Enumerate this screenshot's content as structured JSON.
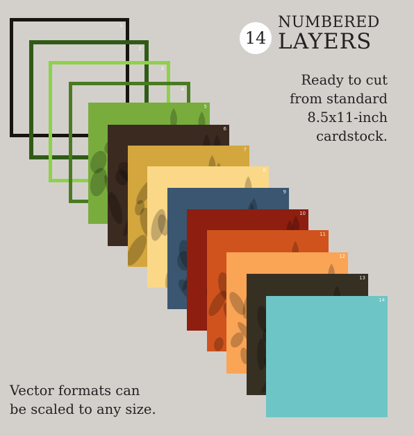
{
  "badge": {
    "number": "14"
  },
  "heading": {
    "line1": "NUMBERED",
    "line2": "LAYERS"
  },
  "description": [
    "Ready to cut",
    "from standard",
    "8.5x11-inch",
    "cardstock."
  ],
  "footnote": [
    "Vector formats can",
    "be scaled to any size."
  ],
  "layers": [
    {
      "color": "#171412",
      "kind": "frame",
      "number": "1"
    },
    {
      "color": "#2f5b16",
      "kind": "frame",
      "number": "2"
    },
    {
      "color": "#8ed14a",
      "kind": "frame",
      "number": "3"
    },
    {
      "color": "#4a7a22",
      "kind": "frame",
      "number": "4"
    },
    {
      "color": "#78ad3e",
      "kind": "solid",
      "number": "5"
    },
    {
      "color": "#3b2a20",
      "kind": "solid",
      "number": "6"
    },
    {
      "color": "#d3a63e",
      "kind": "solid",
      "number": "7"
    },
    {
      "color": "#fbd887",
      "kind": "solid",
      "number": "8"
    },
    {
      "color": "#3a5670",
      "kind": "solid",
      "number": "9"
    },
    {
      "color": "#8e1e10",
      "kind": "solid",
      "number": "10"
    },
    {
      "color": "#d0531e",
      "kind": "solid",
      "number": "11"
    },
    {
      "color": "#faa456",
      "kind": "solid",
      "number": "12"
    },
    {
      "color": "#363023",
      "kind": "solid",
      "number": "13"
    },
    {
      "color": "#6ec5c5",
      "kind": "solid",
      "number": "14"
    }
  ]
}
